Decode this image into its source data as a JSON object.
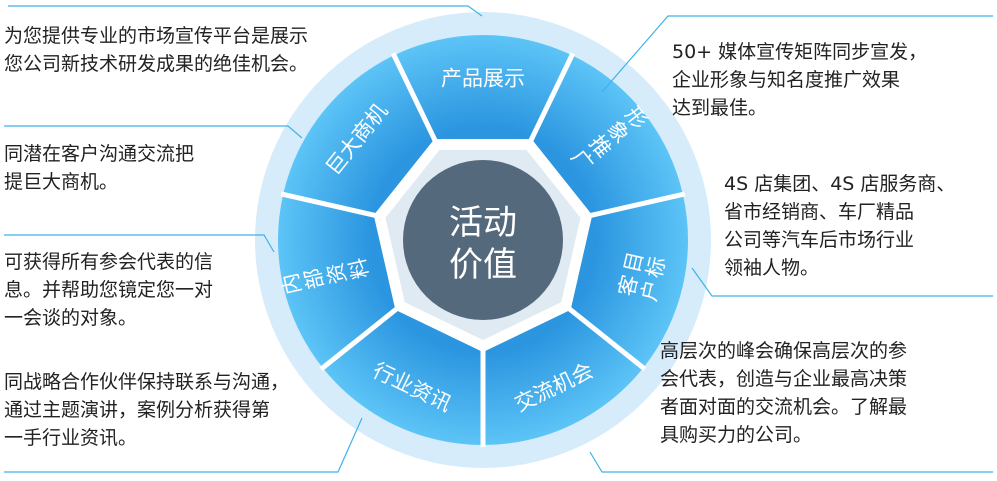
{
  "center": {
    "line1": "活动",
    "line2": "价值"
  },
  "segments": [
    {
      "id": "product",
      "lines": [
        "产品展示"
      ],
      "mode": "h"
    },
    {
      "id": "brand",
      "lines": [
        "形象推广"
      ],
      "mode": "v"
    },
    {
      "id": "target",
      "lines": [
        "目标",
        "客户"
      ],
      "mode": "v2"
    },
    {
      "id": "exchange",
      "lines": [
        "交流机会"
      ],
      "mode": "h"
    },
    {
      "id": "industry",
      "lines": [
        "行业资讯"
      ],
      "mode": "h"
    },
    {
      "id": "insider",
      "lines": [
        "内部资料"
      ],
      "mode": "v"
    },
    {
      "id": "business",
      "lines": [
        "巨大商机"
      ],
      "mode": "h"
    }
  ],
  "descriptions": {
    "product": [
      "为您提供专业的市场宣传平台是展示",
      "您公司新技术研发成果的绝佳机会。"
    ],
    "brand": [
      "50+ 媒体宣传矩阵同步宣发，",
      "企业形象与知名度推广效果",
      "达到最佳。"
    ],
    "business": [
      "同潜在客户沟通交流把",
      "提巨大商机。"
    ],
    "target": [
      "4S 店集团、4S 店服务商、",
      "省市经销商、车厂精品",
      "公司等汽车后市场行业",
      "领袖人物。"
    ],
    "insider": [
      "可获得所有参会代表的信",
      "息。并帮助您镜定您一对",
      "一会谈的对象。"
    ],
    "exchange": [
      "高层次的峰会确保高层次的参",
      "会代表，创造与企业最高决策",
      "者面对面的交流机会。了解最",
      "具购买力的公司。"
    ],
    "industry": [
      "同战略合作伙伴保持联系与沟通，",
      "通过主题演讲，案例分析获得第",
      "一手行业资讯。"
    ]
  },
  "colors": {
    "outer_ring": "#d6ecfa",
    "segment": "#2b95e0",
    "segment_light": "#5cc4f6",
    "gap": "#ffffff",
    "inner_ring": "#dfeaf3",
    "center": "#55697c",
    "connector": "#3fb2e8"
  }
}
